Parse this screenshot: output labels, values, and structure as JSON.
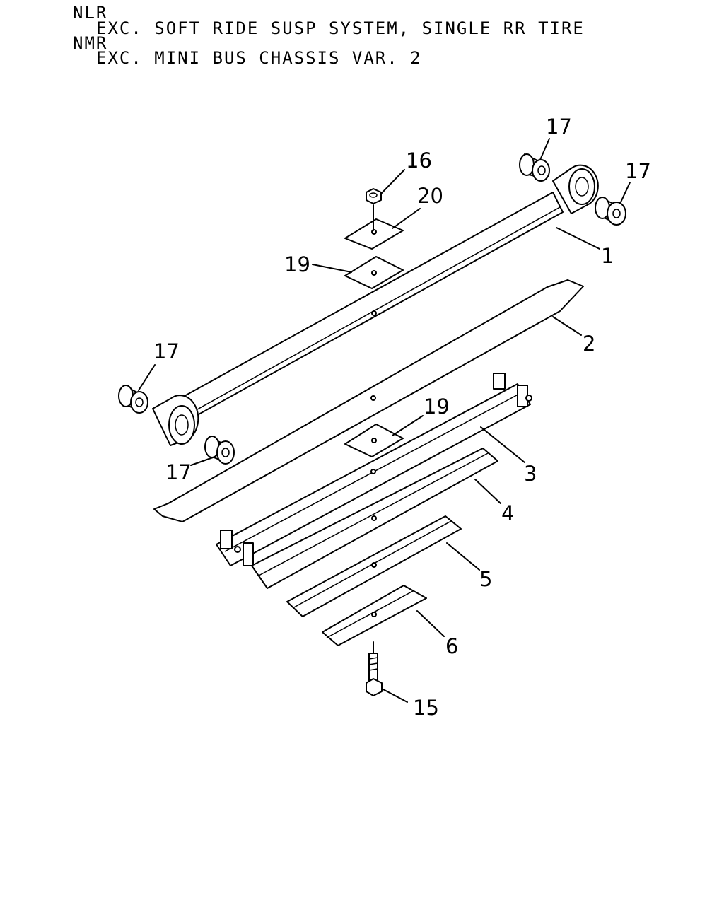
{
  "header": {
    "line1": "NLR",
    "line2": "EXC. SOFT RIDE SUSP SYSTEM, SINGLE RR TIRE",
    "line3": "NMR",
    "line4": "EXC. MINI BUS CHASSIS VAR. 2"
  },
  "callouts": {
    "c1": "1",
    "c2": "2",
    "c3": "3",
    "c4": "4",
    "c5": "5",
    "c6": "6",
    "c15": "15",
    "c16": "16",
    "c17a": "17",
    "c17b": "17",
    "c17c": "17",
    "c17d": "17",
    "c19a": "19",
    "c19b": "19",
    "c20": "20"
  }
}
